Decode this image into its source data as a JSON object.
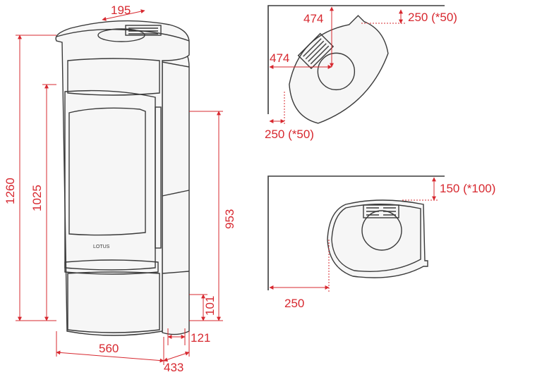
{
  "front_view": {
    "height_total": "1260",
    "height_outlet": "1025",
    "height_inlet": "953",
    "flue_diameter": "195",
    "bottom_inlet": "101",
    "width": "560",
    "depth": "433",
    "side_offset": "121",
    "logo_text": "LOTUS"
  },
  "corner_view": {
    "wall_dist_a": "474",
    "wall_dist_b": "474",
    "clearance_top": "250 (*50)",
    "clearance_left": "250 (*50)"
  },
  "wall_view": {
    "clearance_back": "150 (*100)",
    "clearance_side": "250"
  },
  "colors": {
    "dimension": "#d7282f",
    "outline": "#3a3a3a"
  }
}
